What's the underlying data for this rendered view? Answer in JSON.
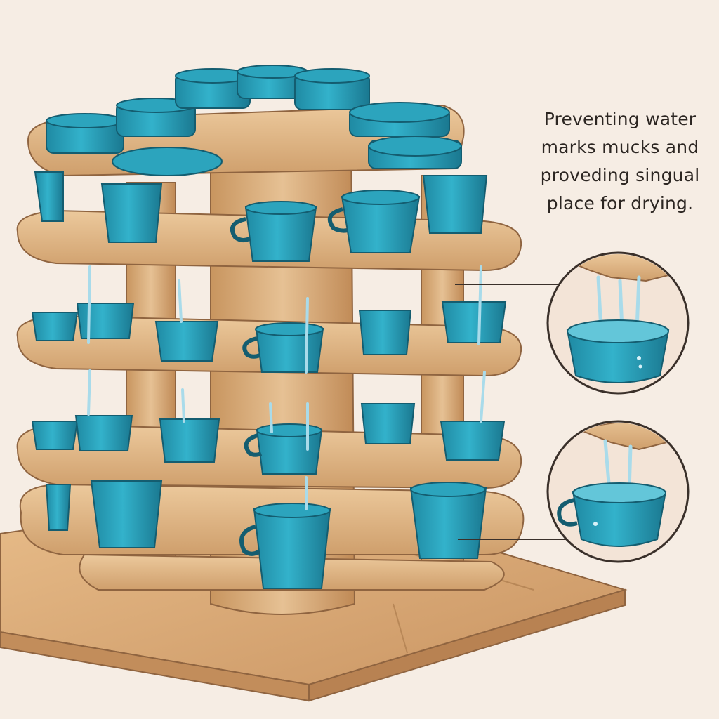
{
  "caption": {
    "lines": [
      "Preventing water",
      "marks mucks and",
      "proveding singual",
      "place for drying."
    ]
  },
  "colors": {
    "background": "#f6ede4",
    "wood_light": "#e2bb8c",
    "wood_mid": "#d3a674",
    "wood_dark": "#a87a50",
    "cup_teal": "#2ea9c2",
    "cup_dark": "#1b7c93",
    "water": "#bfe6f2",
    "outline": "#5a4534"
  },
  "illustration": {
    "subject": "tiered wooden cup drying rack with teal cups",
    "tiers": 4,
    "detail_insets": 2
  }
}
